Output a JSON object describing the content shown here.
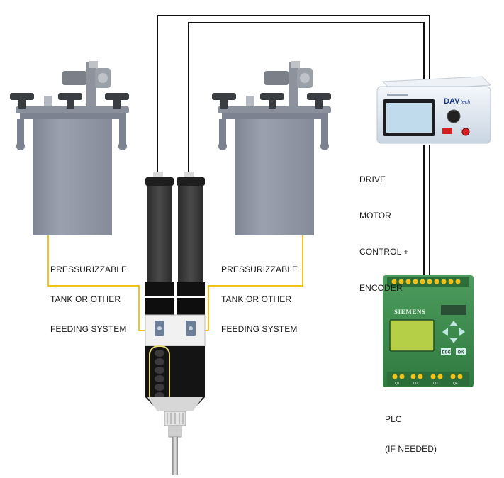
{
  "labels": {
    "tank_left": [
      "PRESSURIZZABLE",
      "TANK OR OTHER",
      "FEEDING SYSTEM"
    ],
    "tank_right": [
      "PRESSURIZZABLE",
      "TANK OR OTHER",
      "FEEDING SYSTEM"
    ],
    "drive": [
      "DRIVE",
      "MOTOR",
      "CONTROL +",
      "ENCODER"
    ],
    "plc": [
      "PLC",
      "(IF NEEDED)"
    ]
  },
  "controller": {
    "brand": "DAV",
    "brand_suffix": "tech"
  },
  "plc_device": {
    "brand": "SIEMENS",
    "esc_label": "ESC",
    "ok_label": "OK",
    "output_labels": [
      "Q1",
      "Q2",
      "Q3",
      "Q4"
    ]
  },
  "colors": {
    "feed_line": "#f2c21a",
    "signal_cable": "#111111",
    "tank_body": "#8f95a3",
    "plc_body": "#3e8b4e",
    "controller_body": "#e8eef5",
    "controller_screen": "#bfdbec",
    "knob": "#222222",
    "red_button": "#d42020"
  }
}
